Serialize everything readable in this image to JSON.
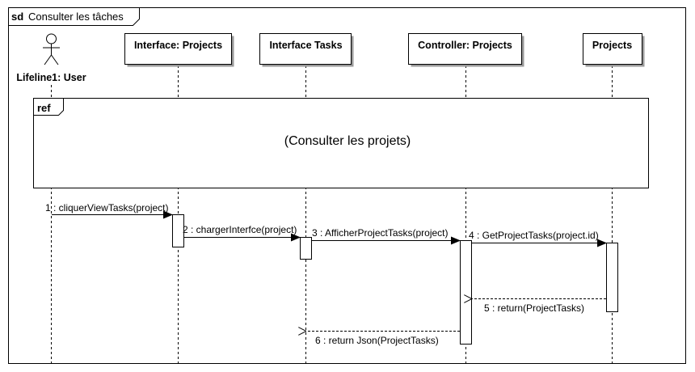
{
  "frame": {
    "keyword": "sd",
    "title": "Consulter les tâches"
  },
  "actor": {
    "name": "Lifeline1: User"
  },
  "lifelines": [
    {
      "id": "iface_projects",
      "name": "Interface: Projects"
    },
    {
      "id": "iface_tasks",
      "name": "Interface Tasks"
    },
    {
      "id": "ctrl_projects",
      "name": "Controller: Projects"
    },
    {
      "id": "projects",
      "name": "Projects"
    }
  ],
  "ref_fragment": {
    "keyword": "ref",
    "label": "(Consulter les projets)"
  },
  "messages": [
    {
      "label": "1 : cliquerViewTasks(project)",
      "kind": "sync"
    },
    {
      "label": "2 : chargerInterfce(project)",
      "kind": "sync"
    },
    {
      "label": "3 : AfficherProjectTasks(project)",
      "kind": "sync"
    },
    {
      "label": "4 : GetProjectTasks(project.id)",
      "kind": "sync"
    },
    {
      "label": "5 : return(ProjectTasks)",
      "kind": "return"
    },
    {
      "label": "6 : return Json(ProjectTasks)",
      "kind": "return"
    }
  ]
}
